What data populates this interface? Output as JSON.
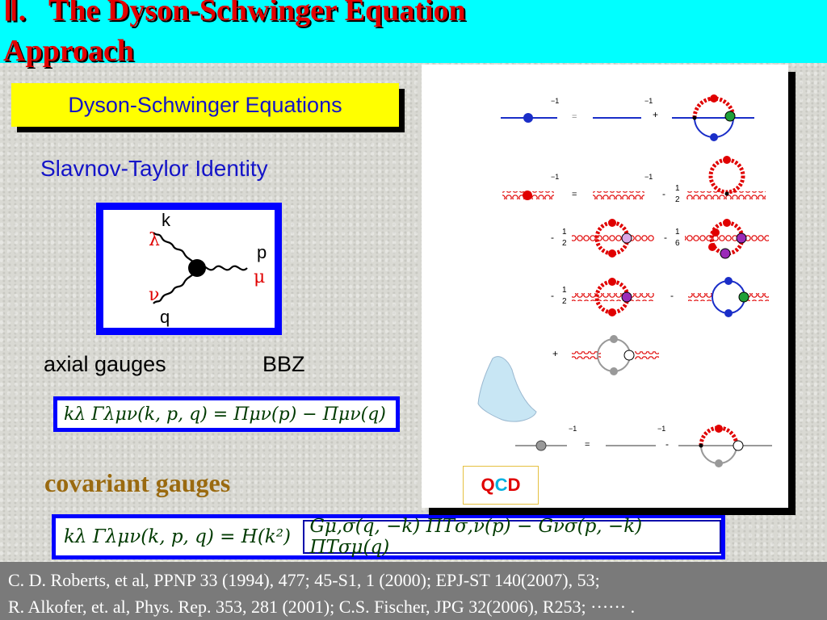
{
  "title": {
    "numeral": "Ⅱ.",
    "line1": "The Dyson-Schwinger Equation",
    "line2": "Approach"
  },
  "dse_heading": "Dyson-Schwinger Equations",
  "st_identity": "Slavnov-Taylor Identity",
  "vertex": {
    "k": "k",
    "lambda": "λ",
    "p": "p",
    "mu": "μ",
    "nu": "ν",
    "q": "q"
  },
  "axial_label": "axial gauges",
  "bbz_label": "BBZ",
  "eq_axial": "kλ Γλμν(k, p, q)  =  Πμν(p)  −  Πμν(q)",
  "covariant_label": "covariant gauges",
  "eq_cov_left": "kλ Γλμν(k, p, q)  =  H(k²)",
  "eq_cov_right": "Gμ,σ(q, −k) ΠTσ,ν(p)  −  Gνσ(p, −k) ΠTσμ(q)",
  "diagram": {
    "inv": "−1",
    "eq": "=",
    "plus": "+",
    "minus": "-",
    "half": "1",
    "half_den": "2",
    "sixth_den": "6"
  },
  "qcd": {
    "q1": "Q",
    "c": "C",
    "d": "D",
    "colors": [
      "#e00000",
      "#00b0e0",
      "#e00000"
    ]
  },
  "references": {
    "line1": "C. D. Roberts, et al, PPNP 33 (1994), 477;   45-S1, 1 (2000);    EPJ-ST 140(2007), 53;",
    "line2": "R. Alkofer, et. al,  Phys. Rep. 353, 281 (2001); C.S. Fischer, JPG  32(2006), R253; ······ ."
  },
  "colors": {
    "title_bg": "#00ffff",
    "title_text": "#e30000",
    "blue": "#0000ff",
    "dse_bg": "#ffff00",
    "ref_bg": "#7a7a7a"
  }
}
